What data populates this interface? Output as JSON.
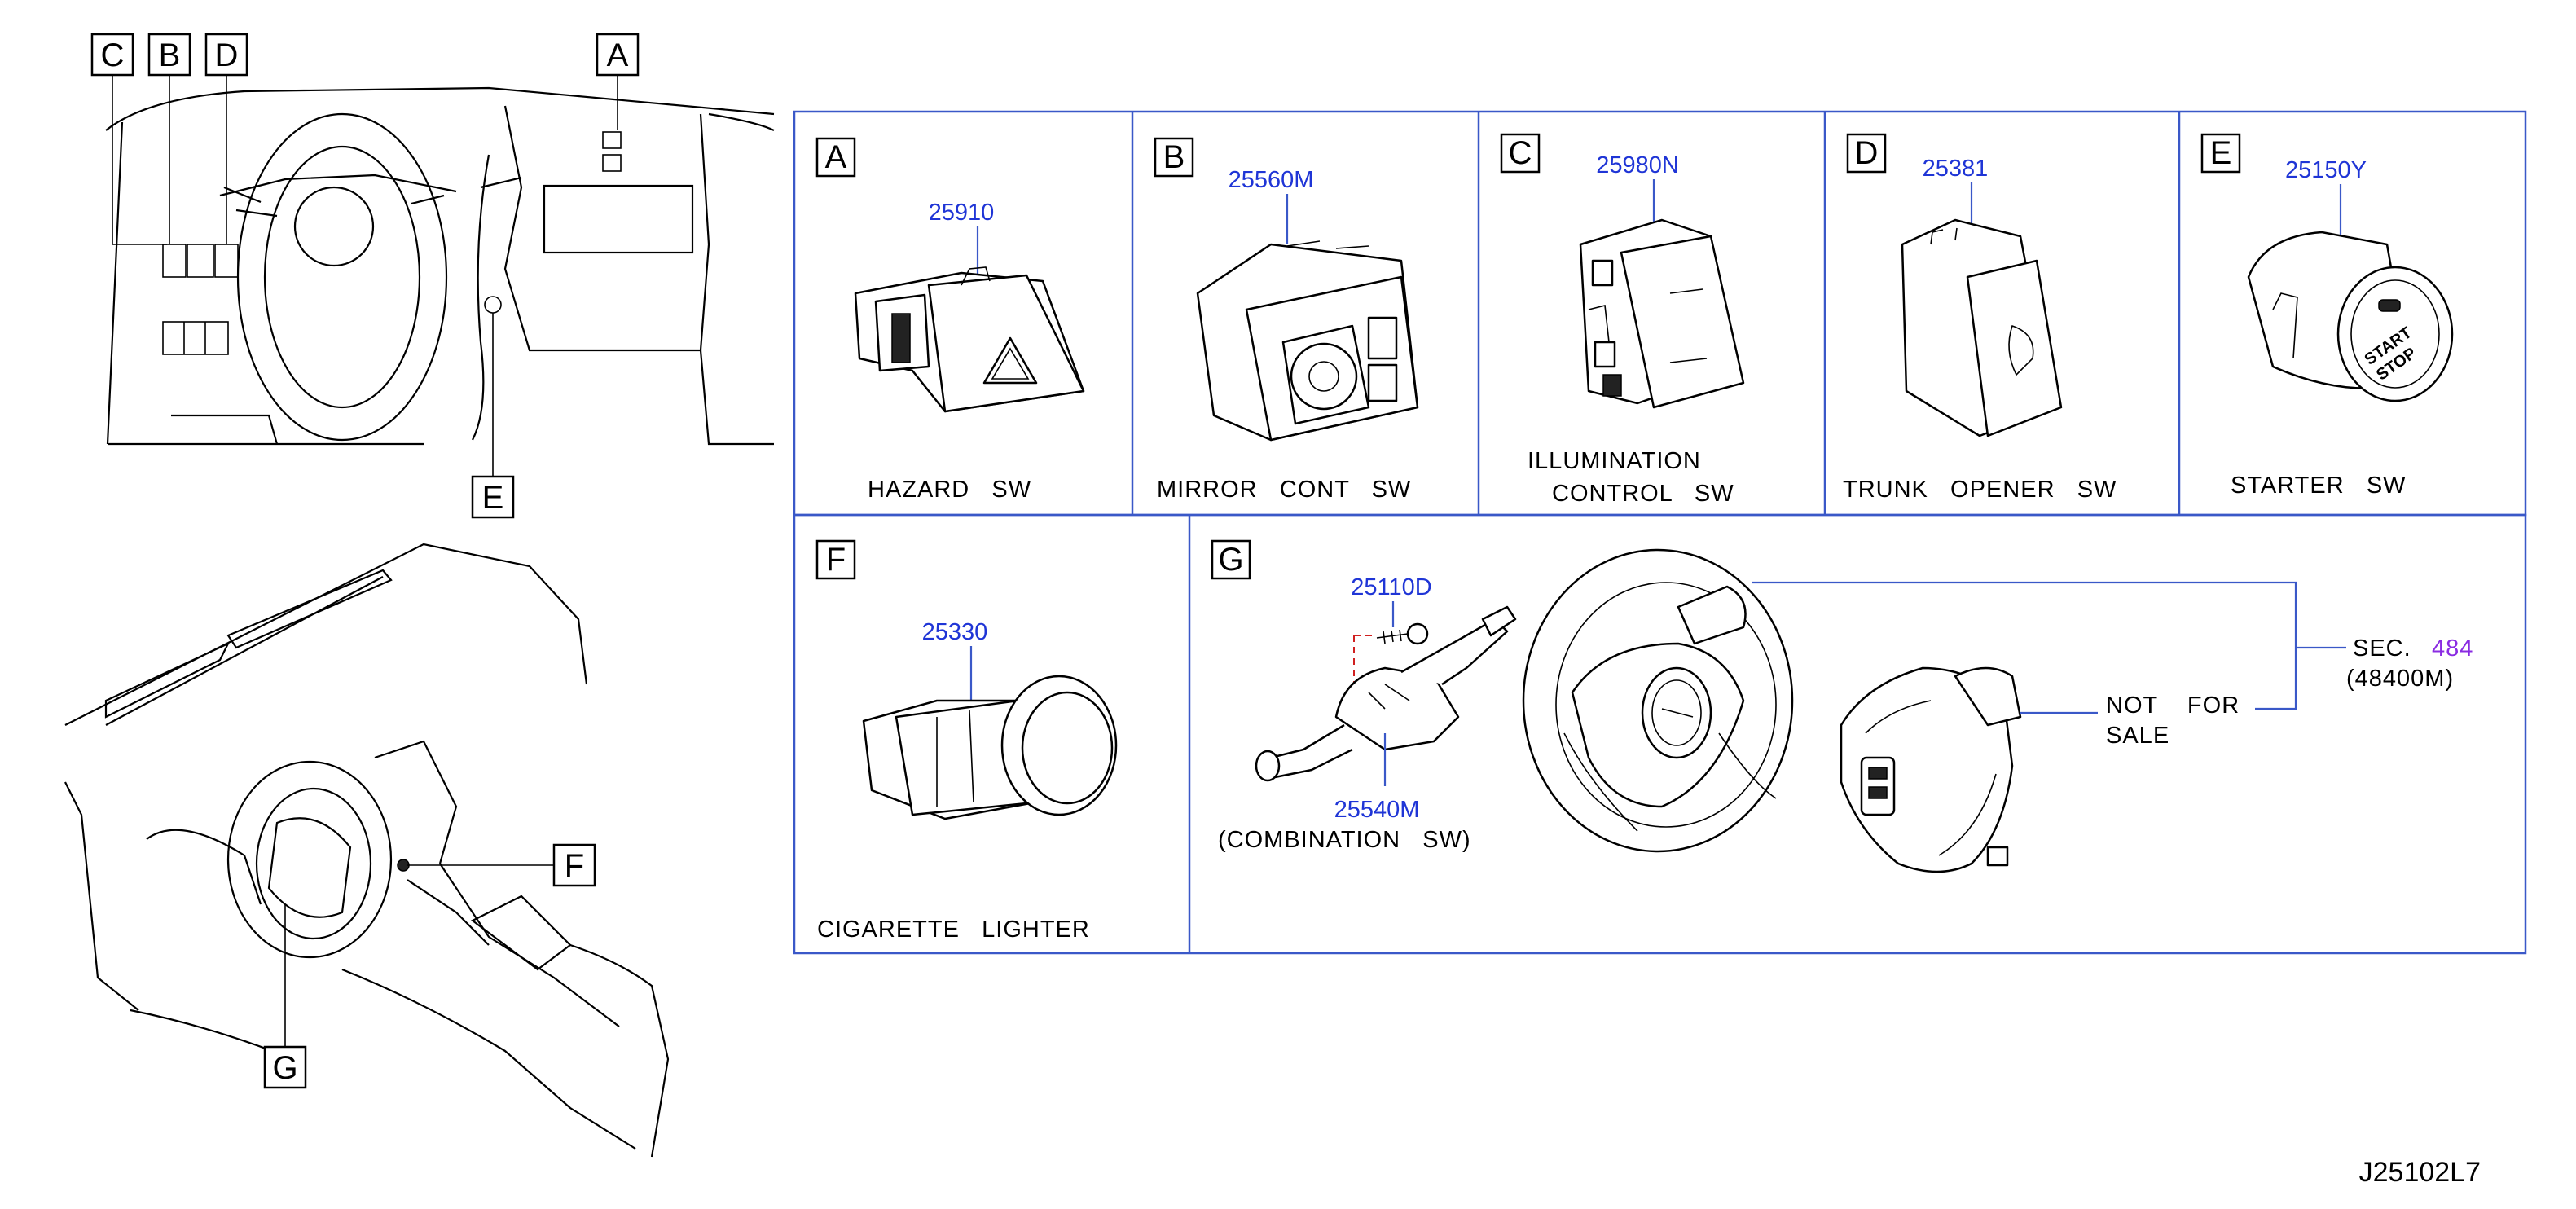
{
  "overview_callouts": [
    "C",
    "B",
    "D",
    "A",
    "E",
    "F",
    "G"
  ],
  "panels": [
    {
      "letter": "A",
      "part_number": "25910",
      "caption_lines": [
        "HAZARD   SW"
      ],
      "icon": "hazard-switch-icon"
    },
    {
      "letter": "B",
      "part_number": "25560M",
      "caption_lines": [
        "MIRROR   CONT   SW"
      ],
      "icon": "mirror-control-switch-icon"
    },
    {
      "letter": "C",
      "part_number": "25980N",
      "caption_lines": [
        "ILLUMINATION",
        "CONTROL   SW"
      ],
      "icon": "illumination-switch-icon"
    },
    {
      "letter": "D",
      "part_number": "25381",
      "caption_lines": [
        "TRUNK   OPENER   SW"
      ],
      "icon": "trunk-opener-switch-icon"
    },
    {
      "letter": "E",
      "part_number": "25150Y",
      "caption_lines": [
        "STARTER   SW"
      ],
      "icon": "starter-switch-icon"
    },
    {
      "letter": "F",
      "part_number": "25330",
      "caption_lines": [
        "CIGARETTE   LIGHTER"
      ],
      "icon": "cigarette-lighter-icon"
    }
  ],
  "panel_g": {
    "letter": "G",
    "screw_part_number": "25110D",
    "combination_part_number": "25540M",
    "combination_caption": "(COMBINATION   SW)",
    "not_for_sale_lines": [
      "NOT    FOR",
      "SALE"
    ],
    "sec_label": "SEC.",
    "sec_number": "484",
    "sec_ref": "(48400M)"
  },
  "diagram_ref": "J25102L7",
  "colors": {
    "panel_border": "#3a58c8",
    "part_number": "#1f35d6",
    "section_link": "#8a2be2",
    "leader_dashed": "#d02020"
  }
}
